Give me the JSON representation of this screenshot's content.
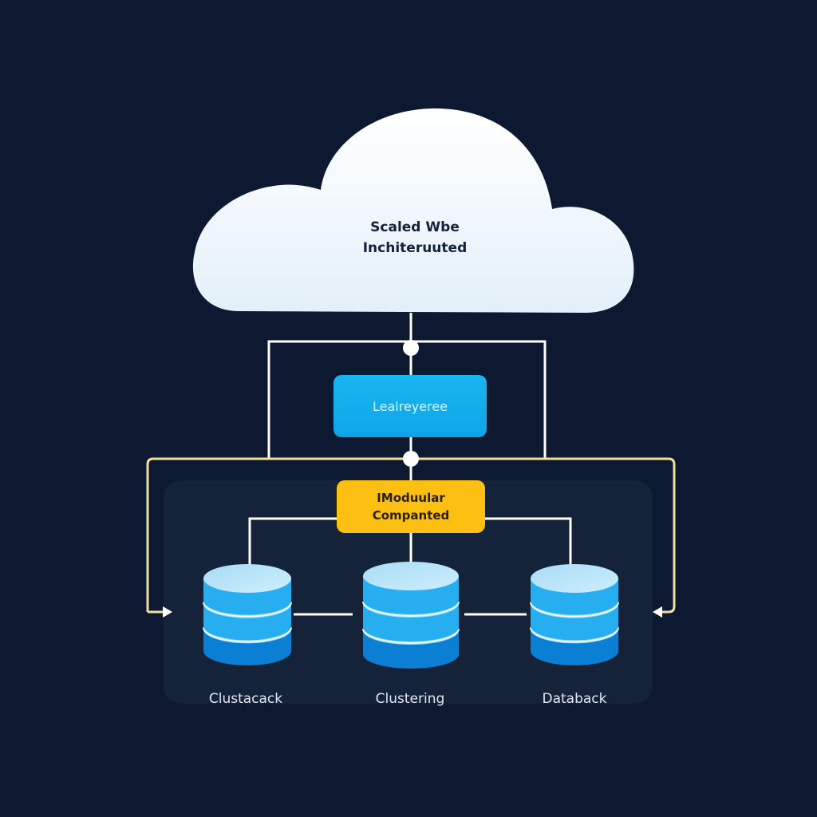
{
  "diagram": {
    "cloud": {
      "title_line1": "Scaled Wbe",
      "title_line2": "Inchiteruuted"
    },
    "load_balancer": {
      "label": "Lealreyeree"
    },
    "modular_component": {
      "label_line1": "IModuular",
      "label_line2": "Companted"
    },
    "databases": [
      {
        "label": "Clustacack"
      },
      {
        "label": "Clustering"
      },
      {
        "label": "Databack"
      }
    ],
    "colors": {
      "background": "#0c1930",
      "panel": "#15233a",
      "cloud": "#eef6fc",
      "load_balancer": "#12adee",
      "modular_component": "#fcbf12",
      "connector": "#ffffff",
      "feedback_connector": "#f0e0a0",
      "database_light": "#bfe8fb",
      "database_mid": "#26aef0",
      "database_dark": "#0a7fd4"
    }
  }
}
